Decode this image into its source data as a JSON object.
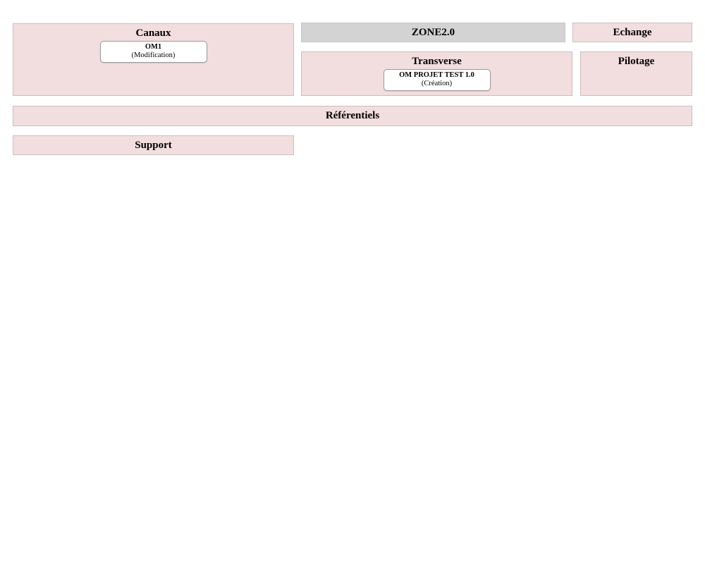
{
  "colors": {
    "panel_pink": "#f2dede",
    "zone_gray": "#d3d3d3",
    "panel_border": "#c9bfbf",
    "card_border": "#9a9a9a",
    "text": "#000000",
    "page_background": "#ffffff"
  },
  "panels": {
    "canaux": {
      "title": "Canaux",
      "item": {
        "name": "OM1",
        "mode": "(Modification)"
      }
    },
    "zone": {
      "title": "ZONE2.0"
    },
    "echange": {
      "title": "Echange"
    },
    "transverse": {
      "title": "Transverse",
      "item": {
        "name": "OM PROJET TEST 1.0",
        "mode": "(Création)"
      }
    },
    "pilotage": {
      "title": "Pilotage"
    },
    "referentiels": {
      "title": "Référentiels"
    },
    "support": {
      "title": "Support"
    }
  }
}
